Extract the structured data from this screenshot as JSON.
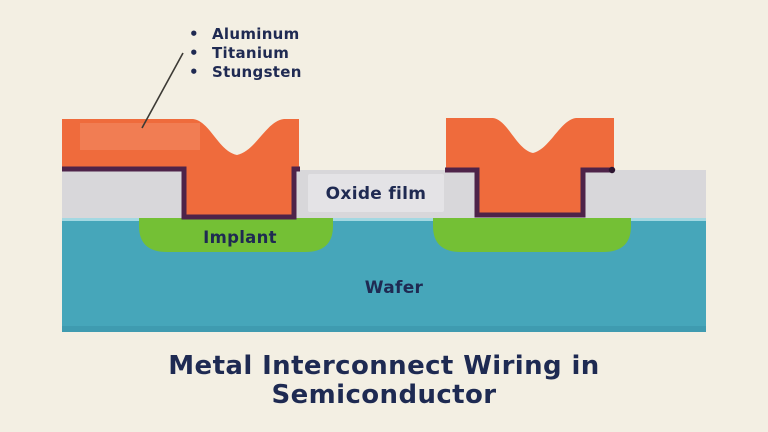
{
  "colors": {
    "background": "#f3efe3",
    "navy_text": "#1f2a52",
    "metal_orange": "#ef6b3c",
    "metal_highlight": "#ffffff",
    "liner_purple": "#4e2349",
    "liner_end_dot": "#2d1530",
    "oxide_gray": "#d8d7da",
    "oxide_label_panel": "#e4e3e6",
    "implant_green": "#74c035",
    "wafer_teal": "#46a6ba",
    "wafer_teal_dark": "#3a95aa",
    "wafer_top_light": "#a3d8e2",
    "leader_line": "#3c3a35"
  },
  "materials_list": {
    "bullet": "•",
    "items": [
      {
        "label": "Aluminum"
      },
      {
        "label": "Titanium"
      },
      {
        "label": "Stungsten"
      }
    ]
  },
  "diagram_labels": {
    "oxide": "Oxide film",
    "implant": "Implant",
    "wafer": "Wafer"
  },
  "title": {
    "line1": "Metal Interconnect Wiring in",
    "line2": "Semiconductor"
  }
}
